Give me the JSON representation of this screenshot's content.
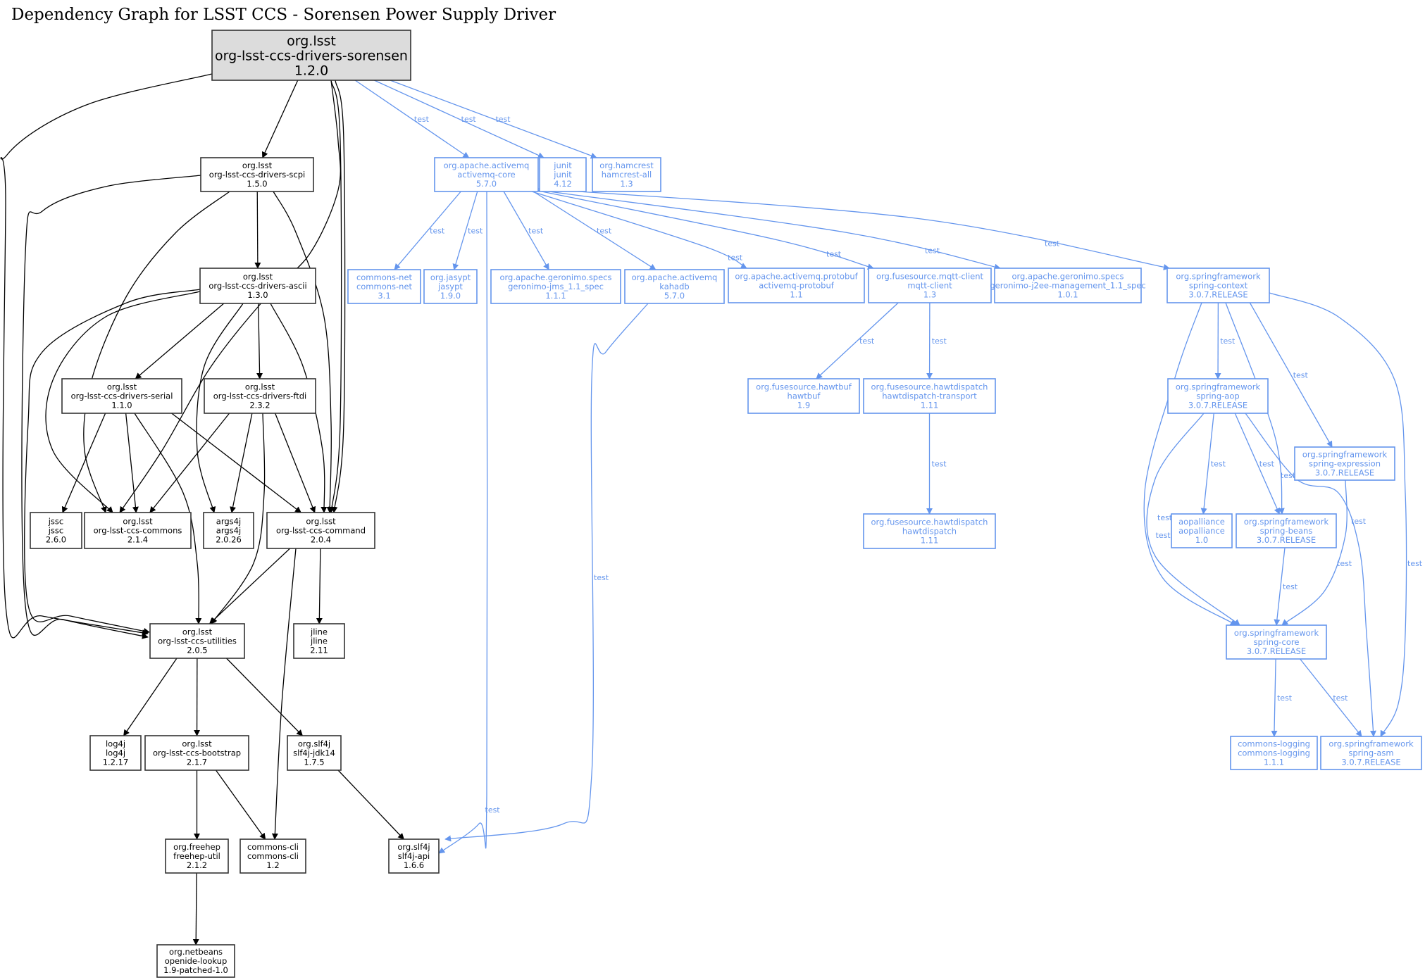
{
  "title": "Dependency Graph for LSST CCS - Sorensen Power Supply Driver",
  "colors": {
    "compile": "#000000",
    "test": "#6495ED",
    "root_fill": "#DCDCDC",
    "background": "#FFFFFF"
  },
  "nodes": [
    {
      "id": "sorensen",
      "group": "org.lsst",
      "artifact": "org-lsst-ccs-drivers-sorensen",
      "version": "1.2.0",
      "scope": "root"
    },
    {
      "id": "scpi",
      "group": "org.lsst",
      "artifact": "org-lsst-ccs-drivers-scpi",
      "version": "1.5.0",
      "scope": "compile"
    },
    {
      "id": "ascii",
      "group": "org.lsst",
      "artifact": "org-lsst-ccs-drivers-ascii",
      "version": "1.3.0",
      "scope": "compile"
    },
    {
      "id": "serial",
      "group": "org.lsst",
      "artifact": "org-lsst-ccs-drivers-serial",
      "version": "1.1.0",
      "scope": "compile"
    },
    {
      "id": "ftdi",
      "group": "org.lsst",
      "artifact": "org-lsst-ccs-drivers-ftdi",
      "version": "2.3.2",
      "scope": "compile"
    },
    {
      "id": "jssc",
      "group": "jssc",
      "artifact": "jssc",
      "version": "2.6.0",
      "scope": "compile"
    },
    {
      "id": "commons",
      "group": "org.lsst",
      "artifact": "org-lsst-ccs-commons",
      "version": "2.1.4",
      "scope": "compile"
    },
    {
      "id": "args4j",
      "group": "args4j",
      "artifact": "args4j",
      "version": "2.0.26",
      "scope": "compile"
    },
    {
      "id": "command",
      "group": "org.lsst",
      "artifact": "org-lsst-ccs-command",
      "version": "2.0.4",
      "scope": "compile"
    },
    {
      "id": "utilities",
      "group": "org.lsst",
      "artifact": "org-lsst-ccs-utilities",
      "version": "2.0.5",
      "scope": "compile"
    },
    {
      "id": "jline",
      "group": "jline",
      "artifact": "jline",
      "version": "2.11",
      "scope": "compile"
    },
    {
      "id": "log4j",
      "group": "log4j",
      "artifact": "log4j",
      "version": "1.2.17",
      "scope": "compile"
    },
    {
      "id": "bootstrap",
      "group": "org.lsst",
      "artifact": "org-lsst-ccs-bootstrap",
      "version": "2.1.7",
      "scope": "compile"
    },
    {
      "id": "jdk14",
      "group": "org.slf4j",
      "artifact": "slf4j-jdk14",
      "version": "1.7.5",
      "scope": "compile"
    },
    {
      "id": "freehep",
      "group": "org.freehep",
      "artifact": "freehep-util",
      "version": "2.1.2",
      "scope": "compile"
    },
    {
      "id": "cli",
      "group": "commons-cli",
      "artifact": "commons-cli",
      "version": "1.2",
      "scope": "compile"
    },
    {
      "id": "slf4japi",
      "group": "org.slf4j",
      "artifact": "slf4j-api",
      "version": "1.6.6",
      "scope": "compile"
    },
    {
      "id": "netbeans",
      "group": "org.netbeans",
      "artifact": "openide-lookup",
      "version": "1.9-patched-1.0",
      "scope": "compile"
    },
    {
      "id": "amqcore",
      "group": "org.apache.activemq",
      "artifact": "activemq-core",
      "version": "5.7.0",
      "scope": "test"
    },
    {
      "id": "junit",
      "group": "junit",
      "artifact": "junit",
      "version": "4.12",
      "scope": "test"
    },
    {
      "id": "hamcrest",
      "group": "org.hamcrest",
      "artifact": "hamcrest-all",
      "version": "1.3",
      "scope": "test"
    },
    {
      "id": "cnet",
      "group": "commons-net",
      "artifact": "commons-net",
      "version": "3.1",
      "scope": "test"
    },
    {
      "id": "jasypt",
      "group": "org.jasypt",
      "artifact": "jasypt",
      "version": "1.9.0",
      "scope": "test"
    },
    {
      "id": "gjms",
      "group": "org.apache.geronimo.specs",
      "artifact": "geronimo-jms_1.1_spec",
      "version": "1.1.1",
      "scope": "test"
    },
    {
      "id": "kahadb",
      "group": "org.apache.activemq",
      "artifact": "kahadb",
      "version": "5.7.0",
      "scope": "test"
    },
    {
      "id": "protobuf",
      "group": "org.apache.activemq.protobuf",
      "artifact": "activemq-protobuf",
      "version": "1.1",
      "scope": "test"
    },
    {
      "id": "mqtt",
      "group": "org.fusesource.mqtt-client",
      "artifact": "mqtt-client",
      "version": "1.3",
      "scope": "test"
    },
    {
      "id": "gj2ee",
      "group": "org.apache.geronimo.specs",
      "artifact": "geronimo-j2ee-management_1.1_spec",
      "version": "1.0.1",
      "scope": "test"
    },
    {
      "id": "sctx",
      "group": "org.springframework",
      "artifact": "spring-context",
      "version": "3.0.7.RELEASE",
      "scope": "test"
    },
    {
      "id": "hawtbuf",
      "group": "org.fusesource.hawtbuf",
      "artifact": "hawtbuf",
      "version": "1.9",
      "scope": "test"
    },
    {
      "id": "hdtrans",
      "group": "org.fusesource.hawtdispatch",
      "artifact": "hawtdispatch-transport",
      "version": "1.11",
      "scope": "test"
    },
    {
      "id": "hd",
      "group": "org.fusesource.hawtdispatch",
      "artifact": "hawtdispatch",
      "version": "1.11",
      "scope": "test"
    },
    {
      "id": "saop",
      "group": "org.springframework",
      "artifact": "spring-aop",
      "version": "3.0.7.RELEASE",
      "scope": "test"
    },
    {
      "id": "sexpr",
      "group": "org.springframework",
      "artifact": "spring-expression",
      "version": "3.0.7.RELEASE",
      "scope": "test"
    },
    {
      "id": "aopall",
      "group": "aopalliance",
      "artifact": "aopalliance",
      "version": "1.0",
      "scope": "test"
    },
    {
      "id": "sbeans",
      "group": "org.springframework",
      "artifact": "spring-beans",
      "version": "3.0.7.RELEASE",
      "scope": "test"
    },
    {
      "id": "score",
      "group": "org.springframework",
      "artifact": "spring-core",
      "version": "3.0.7.RELEASE",
      "scope": "test"
    },
    {
      "id": "clog",
      "group": "commons-logging",
      "artifact": "commons-logging",
      "version": "1.1.1",
      "scope": "test"
    },
    {
      "id": "sasm",
      "group": "org.springframework",
      "artifact": "spring-asm",
      "version": "3.0.7.RELEASE",
      "scope": "test"
    }
  ],
  "edges": [
    {
      "from": "sorensen",
      "to": "scpi",
      "label": ""
    },
    {
      "from": "sorensen",
      "to": "utilities",
      "label": ""
    },
    {
      "from": "sorensen",
      "to": "commons",
      "label": ""
    },
    {
      "from": "sorensen",
      "to": "command",
      "label": ""
    },
    {
      "from": "sorensen",
      "to": "command",
      "label": ""
    },
    {
      "from": "sorensen",
      "to": "amqcore",
      "label": "test"
    },
    {
      "from": "sorensen",
      "to": "junit",
      "label": "test"
    },
    {
      "from": "sorensen",
      "to": "hamcrest",
      "label": "test"
    },
    {
      "from": "scpi",
      "to": "ascii",
      "label": ""
    },
    {
      "from": "scpi",
      "to": "utilities",
      "label": ""
    },
    {
      "from": "scpi",
      "to": "commons",
      "label": ""
    },
    {
      "from": "scpi",
      "to": "command",
      "label": ""
    },
    {
      "from": "ascii",
      "to": "serial",
      "label": ""
    },
    {
      "from": "ascii",
      "to": "ftdi",
      "label": ""
    },
    {
      "from": "ascii",
      "to": "commons",
      "label": ""
    },
    {
      "from": "ascii",
      "to": "utilities",
      "label": ""
    },
    {
      "from": "ascii",
      "to": "args4j",
      "label": ""
    },
    {
      "from": "ascii",
      "to": "command",
      "label": ""
    },
    {
      "from": "serial",
      "to": "jssc",
      "label": ""
    },
    {
      "from": "serial",
      "to": "commons",
      "label": ""
    },
    {
      "from": "serial",
      "to": "utilities",
      "label": ""
    },
    {
      "from": "serial",
      "to": "command",
      "label": ""
    },
    {
      "from": "ftdi",
      "to": "commons",
      "label": ""
    },
    {
      "from": "ftdi",
      "to": "args4j",
      "label": ""
    },
    {
      "from": "ftdi",
      "to": "utilities",
      "label": ""
    },
    {
      "from": "ftdi",
      "to": "command",
      "label": ""
    },
    {
      "from": "command",
      "to": "utilities",
      "label": ""
    },
    {
      "from": "command",
      "to": "jline",
      "label": ""
    },
    {
      "from": "command",
      "to": "cli",
      "label": ""
    },
    {
      "from": "utilities",
      "to": "log4j",
      "label": ""
    },
    {
      "from": "utilities",
      "to": "bootstrap",
      "label": ""
    },
    {
      "from": "utilities",
      "to": "jdk14",
      "label": ""
    },
    {
      "from": "bootstrap",
      "to": "freehep",
      "label": ""
    },
    {
      "from": "bootstrap",
      "to": "cli",
      "label": ""
    },
    {
      "from": "jdk14",
      "to": "slf4japi",
      "label": ""
    },
    {
      "from": "freehep",
      "to": "netbeans",
      "label": ""
    },
    {
      "from": "amqcore",
      "to": "cnet",
      "label": "test"
    },
    {
      "from": "amqcore",
      "to": "jasypt",
      "label": "test"
    },
    {
      "from": "amqcore",
      "to": "gjms",
      "label": "test"
    },
    {
      "from": "amqcore",
      "to": "kahadb",
      "label": "test"
    },
    {
      "from": "amqcore",
      "to": "protobuf",
      "label": "test"
    },
    {
      "from": "amqcore",
      "to": "mqtt",
      "label": "test"
    },
    {
      "from": "amqcore",
      "to": "gj2ee",
      "label": "test"
    },
    {
      "from": "amqcore",
      "to": "sctx",
      "label": "test"
    },
    {
      "from": "amqcore",
      "to": "slf4japi",
      "label": "test"
    },
    {
      "from": "kahadb",
      "to": "slf4japi",
      "label": "test"
    },
    {
      "from": "mqtt",
      "to": "hawtbuf",
      "label": "test"
    },
    {
      "from": "mqtt",
      "to": "hdtrans",
      "label": "test"
    },
    {
      "from": "hdtrans",
      "to": "hd",
      "label": "test"
    },
    {
      "from": "sctx",
      "to": "saop",
      "label": "test"
    },
    {
      "from": "sctx",
      "to": "sexpr",
      "label": "test"
    },
    {
      "from": "sctx",
      "to": "sbeans",
      "label": "test"
    },
    {
      "from": "sctx",
      "to": "score",
      "label": "test"
    },
    {
      "from": "sctx",
      "to": "sasm",
      "label": "test"
    },
    {
      "from": "saop",
      "to": "aopall",
      "label": "test"
    },
    {
      "from": "saop",
      "to": "sbeans",
      "label": "test"
    },
    {
      "from": "saop",
      "to": "score",
      "label": "test"
    },
    {
      "from": "saop",
      "to": "sasm",
      "label": "test"
    },
    {
      "from": "sexpr",
      "to": "score",
      "label": "test"
    },
    {
      "from": "sbeans",
      "to": "score",
      "label": "test"
    },
    {
      "from": "score",
      "to": "clog",
      "label": "test"
    },
    {
      "from": "score",
      "to": "sasm",
      "label": "test"
    }
  ]
}
